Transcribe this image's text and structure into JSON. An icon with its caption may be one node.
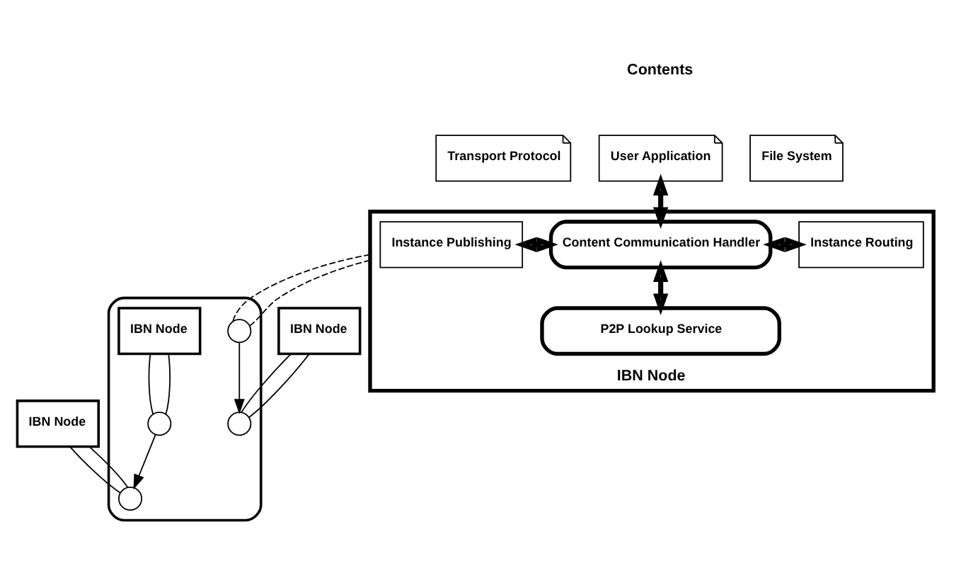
{
  "diagram": {
    "nodes": [
      {
        "text": [
          "Transport Protocol"
        ]
      },
      {
        "text": [
          "User Application"
        ]
      },
      {
        "text": [
          "File System"
        ]
      },
      {
        "text": [
          "IBN Node"
        ]
      },
      {
        "text": [
          "Instance Publishing"
        ],
        "in": 3
      },
      {
        "text": [
          "Content Communication Handler"
        ],
        "in": 3
      },
      {
        "text": [
          "Instance Routing"
        ],
        "in": 3
      },
      {
        "text": [
          "P2P Lookup Service"
        ],
        "in": 3
      },
      {
        "text": [],
        "shape": "cloud"
      },
      {
        "text": [],
        "shape": "circle",
        "in": 8
      },
      {
        "text": [],
        "shape": "circle",
        "in": 8
      },
      {
        "text": [],
        "shape": "circle",
        "in": 8
      },
      {
        "text": [],
        "shape": "circle",
        "in": 8
      },
      {
        "text": [
          "IBN Node"
        ]
      },
      {
        "text": [
          "IBN Node"
        ],
        "in": 8
      },
      {
        "text": [
          "IBN Node"
        ]
      }
    ],
    "edges": [
      {
        "from": 1,
        "to": 5,
        "arrow": "both",
        "style": "thick"
      },
      {
        "from": 4,
        "to": 5,
        "arrow": "both",
        "style": "thick"
      },
      {
        "from": 5,
        "to": 6,
        "arrow": "both",
        "style": "thick"
      },
      {
        "from": 5,
        "to": 7,
        "arrow": "both",
        "style": "thick"
      },
      {
        "from": 3,
        "to": 9,
        "arrow": "none",
        "style": "dashed"
      },
      {
        "from": 3,
        "to": 9,
        "arrow": "none",
        "style": "dashed"
      },
      {
        "from": 9,
        "to": 11,
        "arrow": "to"
      },
      {
        "from": 10,
        "to": 12,
        "arrow": "to"
      },
      {
        "from": 13,
        "to": 11,
        "arrow": "none"
      },
      {
        "from": 13,
        "to": 11,
        "arrow": "none"
      },
      {
        "from": 14,
        "to": 10,
        "arrow": "none"
      },
      {
        "from": 14,
        "to": 10,
        "arrow": "none"
      },
      {
        "from": 15,
        "to": 12,
        "arrow": "none"
      },
      {
        "from": 15,
        "to": 12,
        "arrow": "none"
      }
    ],
    "labels": [
      "Contents"
    ]
  }
}
